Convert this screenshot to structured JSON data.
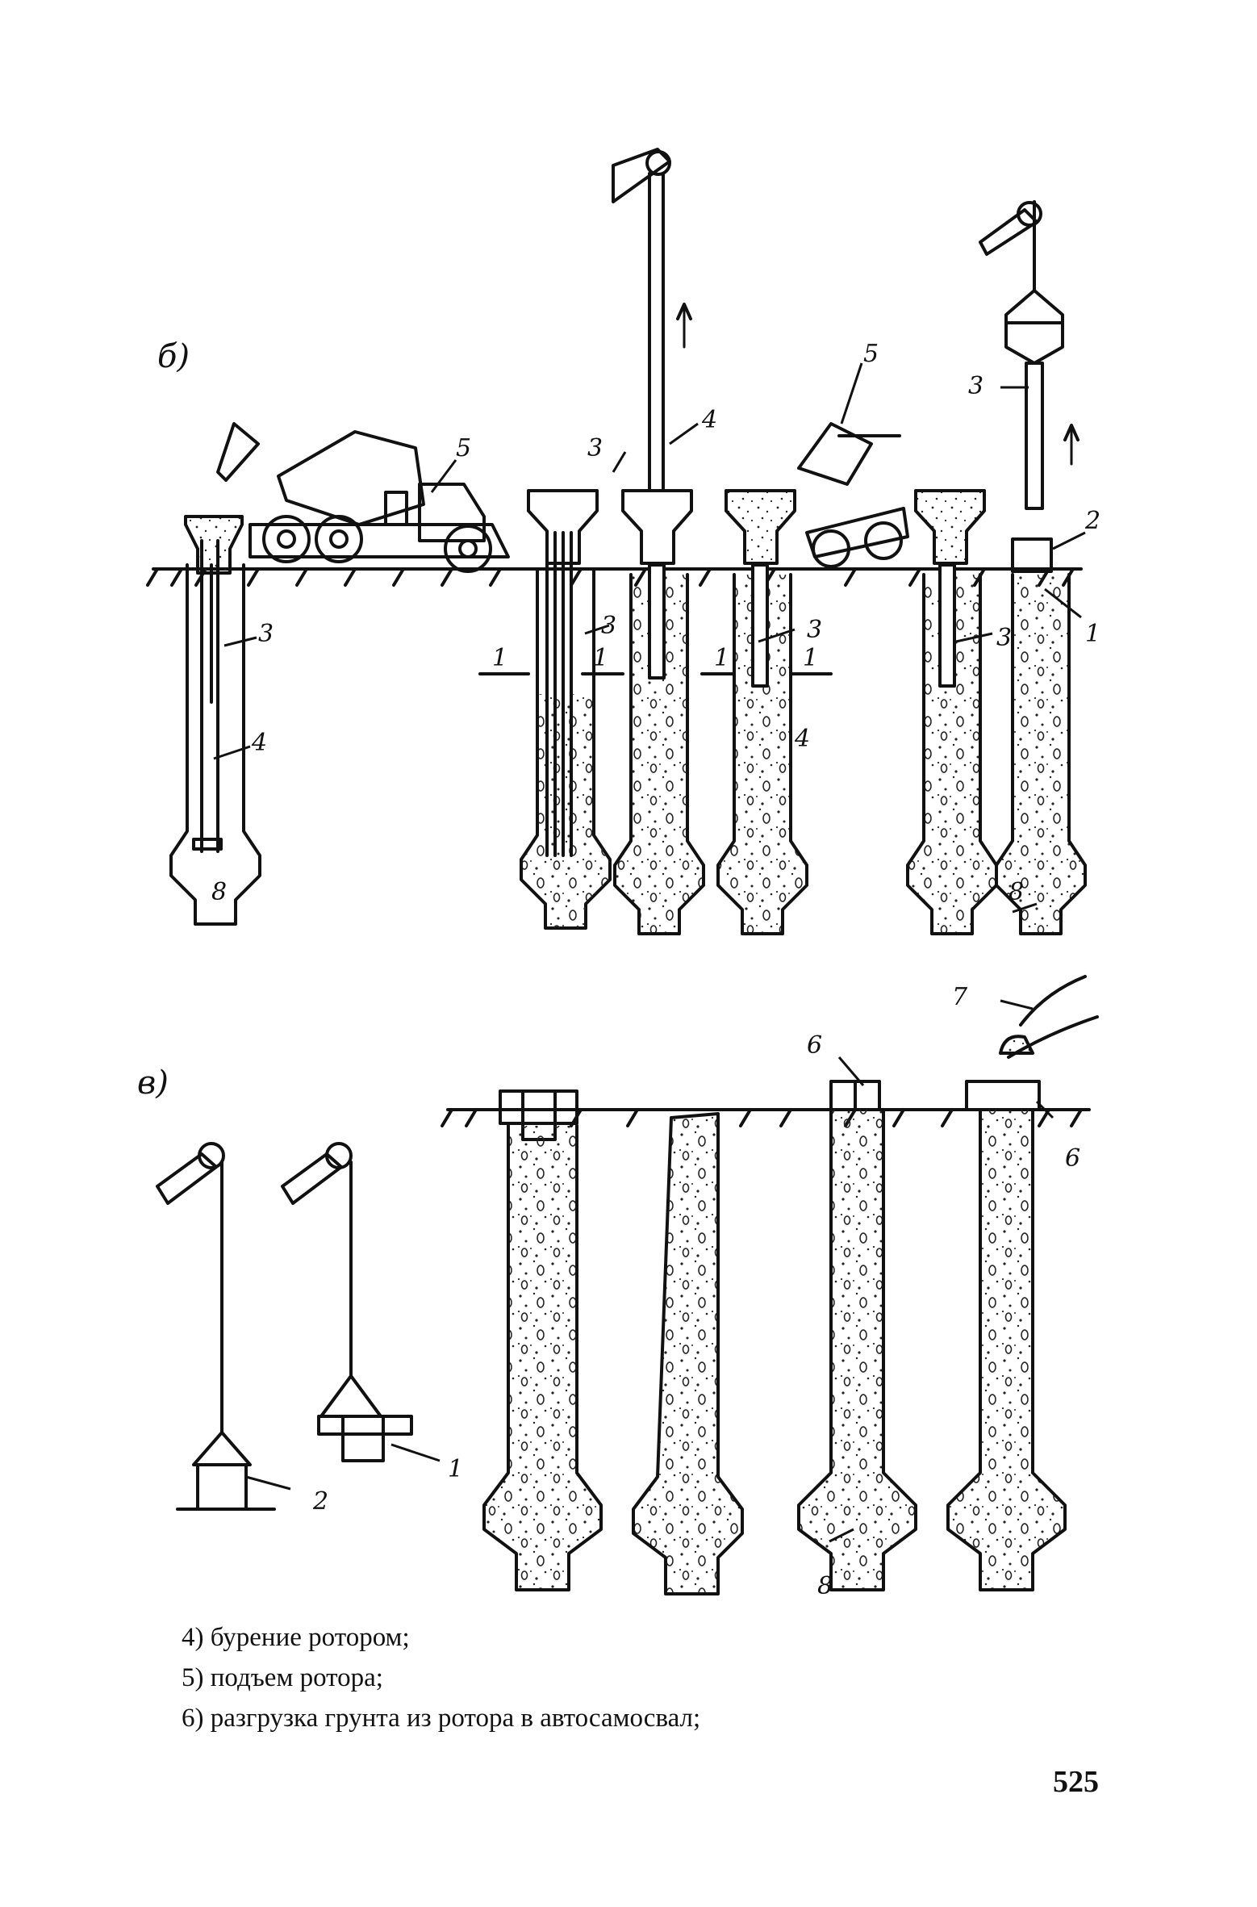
{
  "figure": {
    "panel_b": "б)",
    "panel_v": "в)",
    "callouts": {
      "b_truck_5": "5",
      "b_left_3": "3",
      "b_left_4": "4",
      "b_left_8": "8",
      "b_p2_3": "3",
      "b_p2_4": "4",
      "b_rod_4": "4",
      "b_p3_3": "3",
      "b_sec_1a": "1",
      "b_sec_1b": "1",
      "b_sec_1c": "1",
      "b_sec_1d": "1",
      "b_truck2_5": "5",
      "b_p4_3": "3",
      "b_p5_3": "3",
      "b_hopper_3": "3",
      "b_p6_2": "2",
      "b_p6_1": "1",
      "b_p6_8": "8",
      "v_grab_2": "2",
      "v_bucket_1": "1",
      "v_p3_6": "6",
      "v_p4_7": "7",
      "v_p4_6": "6",
      "v_p3_8": "8"
    }
  },
  "caption": {
    "line1": "4) бурение ротором;",
    "line2": "5) подъем ротора;",
    "line3": "6) разгрузка грунта из ротора в автосамосвал;"
  },
  "page_number": "525"
}
